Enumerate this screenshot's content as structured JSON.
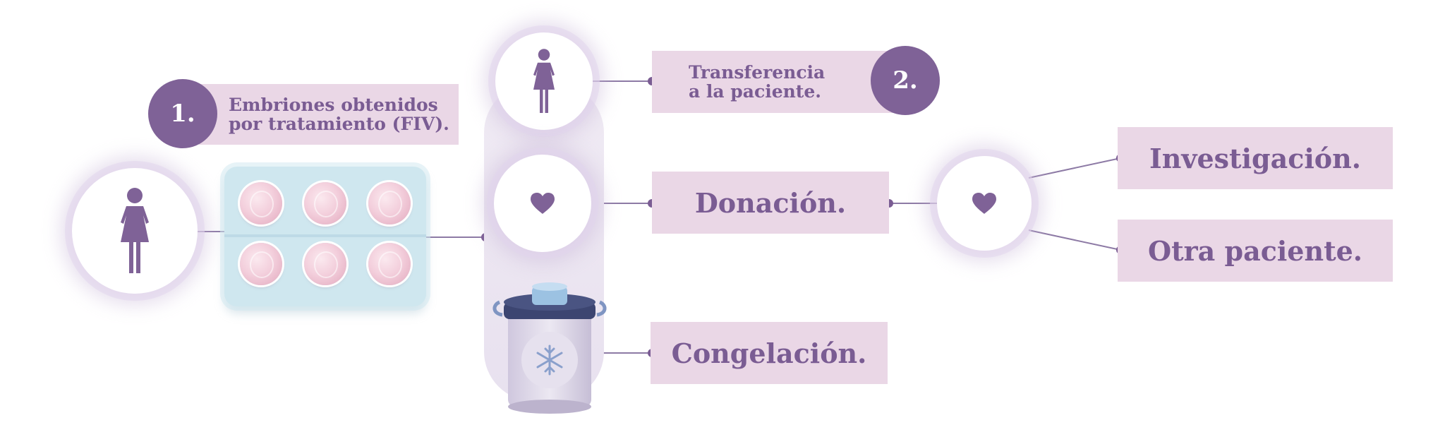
{
  "steps": {
    "step1": {
      "number": "1.",
      "line1": "Embriones obtenidos",
      "line2": "por tratamiento (FIV)."
    },
    "step2": {
      "number": "2.",
      "line1": "Transferencia",
      "line2": "a la paciente."
    }
  },
  "options": {
    "donation": "Donación.",
    "freezing": "Congelación."
  },
  "donation_targets": {
    "research": "Investigación.",
    "other_patient": "Otra paciente."
  },
  "icons": {
    "woman": "woman-icon",
    "heart": "heart-icon",
    "snowflake": "snowflake-icon"
  },
  "colors": {
    "accent": "#7f6297",
    "label_bg": "#ead7e6",
    "label_text": "#7a5c93",
    "tray": "#cfe7ef"
  }
}
